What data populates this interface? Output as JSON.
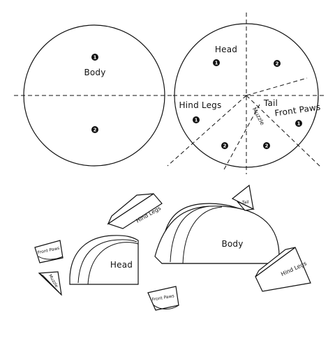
{
  "pattern_left": {
    "label": "Body",
    "marker_1": "1",
    "marker_2": "2"
  },
  "pattern_right": {
    "label_head": "Head",
    "label_hind_legs": "Hind Legs",
    "label_tail": "Tail",
    "label_front_paws": "Front Paws",
    "label_muzzle": "Muzzle",
    "markers": [
      "1",
      "2",
      "1",
      "2",
      "2"
    ]
  },
  "pieces": {
    "body": "Body",
    "head": "Head",
    "hind_legs_left": "Hind Legs",
    "hind_legs_right": "Hind Legs",
    "tail": "Tail",
    "front_paws_left": "Front Paws",
    "front_paws_bottom": "Front Paws",
    "muzzle": "Muzzle"
  }
}
